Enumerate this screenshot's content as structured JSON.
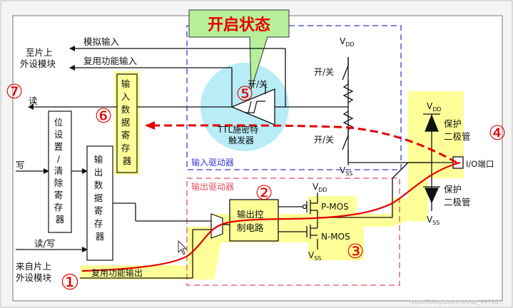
{
  "title_box": "开启状态",
  "labels": {
    "analog_input": "模拟输入",
    "alt_func_input": "复用功能输入",
    "to_peripheral_1": "至片上",
    "to_peripheral_2": "外设模块",
    "read": "读",
    "write": "写",
    "read_write": "读/写",
    "from_peripheral_1": "来自片上",
    "from_peripheral_2": "外设模块",
    "alt_func_output": "复用功能输出",
    "on_off_top": "开/关",
    "on_off_bottom": "开/关",
    "on_off_schmitt": "开/关",
    "vdd_top": "V",
    "vdd_sub": "DD",
    "vss_mid": "V",
    "vss_sub": "SS",
    "ttl_schmitt_1": "TTL施密特",
    "ttl_schmitt_2": "触发器",
    "input_driver": "输入驱动器",
    "output_driver": "输出驱动器",
    "output_ctrl_1": "输出控",
    "output_ctrl_2": "制电路",
    "pmos": "P-MOS",
    "nmos": "N-MOS",
    "protect_1a": "保护",
    "protect_1b": "二极管",
    "protect_2a": "保护",
    "protect_2b": "二极管",
    "io_port": "I/O端口",
    "input_data_reg": [
      "输",
      "入",
      "数",
      "据",
      "寄",
      "存",
      "器"
    ],
    "output_data_reg": [
      "输",
      "出",
      "数",
      "据",
      "寄",
      "存",
      "器"
    ],
    "bit_set_reset_reg": [
      "位",
      "设",
      "置",
      "/",
      "清",
      "除",
      "寄",
      "存",
      "器"
    ],
    "watermark": "https://blog.csdn.net/qq_44716..."
  },
  "markers": [
    "①",
    "②",
    "③",
    "④",
    "⑤",
    "⑥",
    "⑦"
  ],
  "colors": {
    "highlight": "#ffff99",
    "red_path": "#e60000",
    "blue_dash": "#3b3bd6",
    "red_dash": "#e05060",
    "cyan_circle": "#b8ecf6",
    "title_green": "#b7ef9a"
  }
}
